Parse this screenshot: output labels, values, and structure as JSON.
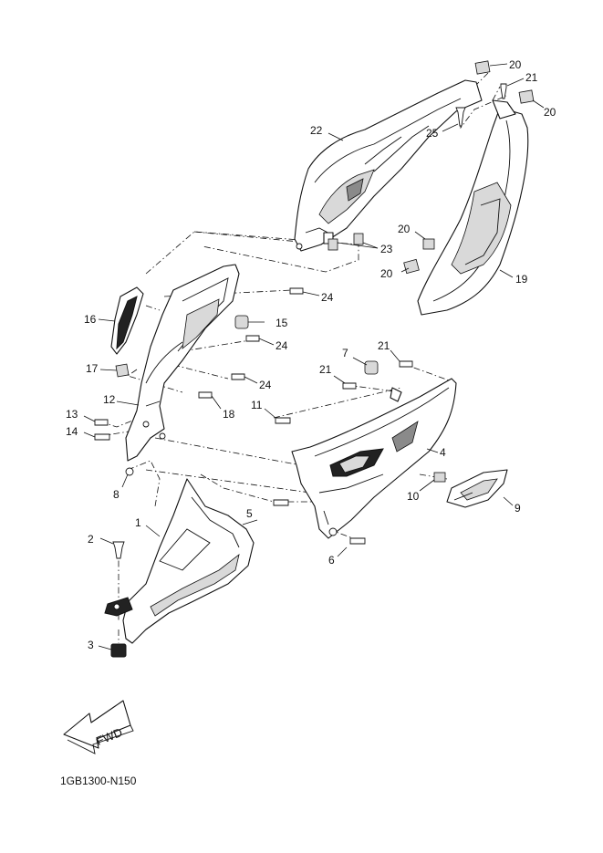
{
  "diagram": {
    "part_code": "1GB1300-N150",
    "fwd_label": "FWD",
    "callouts": [
      "20",
      "21",
      "20",
      "22",
      "25",
      "20",
      "23",
      "20",
      "19",
      "24",
      "16",
      "15",
      "24",
      "7",
      "21",
      "17",
      "21",
      "24",
      "12",
      "11",
      "18",
      "13",
      "14",
      "4",
      "8",
      "10",
      "9",
      "1",
      "5",
      "2",
      "6",
      "3"
    ]
  }
}
